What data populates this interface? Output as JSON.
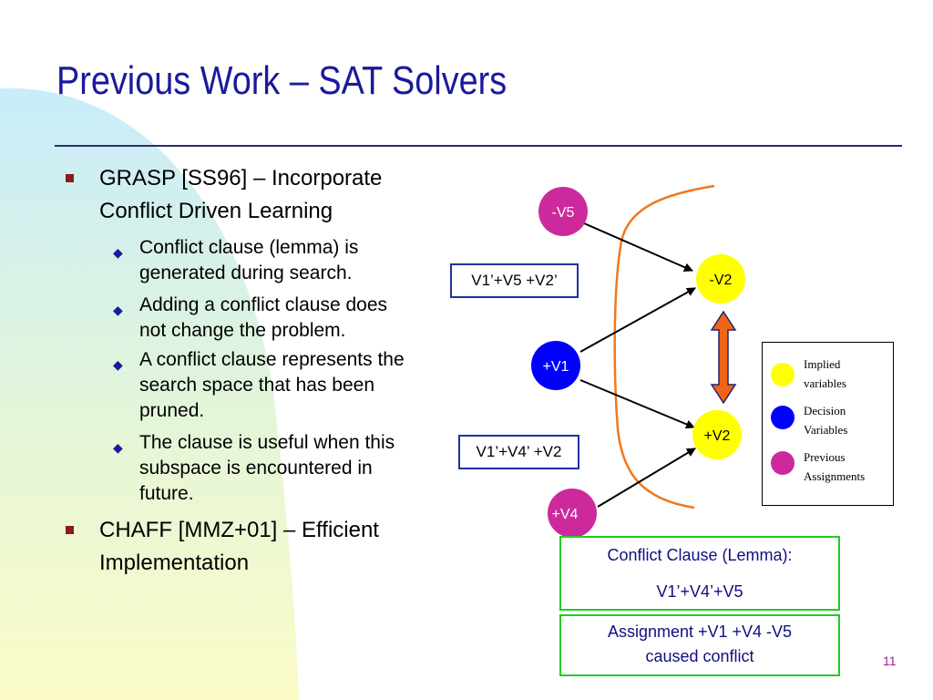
{
  "title": "Previous Work – SAT Solvers",
  "bullets": [
    {
      "lines": [
        "GRASP [SS96] – Incorporate",
        "Conflict Driven Learning"
      ],
      "sub": [
        {
          "lines": [
            "Conflict clause (lemma) is",
            "generated during search."
          ]
        },
        {
          "lines": [
            "Adding a conflict clause does",
            "not change the problem."
          ]
        },
        {
          "lines": [
            "A conflict clause represents the",
            "search space that has been",
            "pruned."
          ]
        },
        {
          "lines": [
            "The clause is useful when this",
            "subspace is encountered in",
            "future."
          ]
        }
      ]
    },
    {
      "lines": [
        "CHAFF [MMZ+01] – Efficient",
        "Implementation"
      ],
      "sub": []
    }
  ],
  "diagram": {
    "nodes": {
      "v5_neg": {
        "label": "-V5",
        "type": "previous"
      },
      "v2_neg": {
        "label": "-V2",
        "type": "implied"
      },
      "v1_pos": {
        "label": "+V1",
        "type": "decision"
      },
      "v2_pos": {
        "label": "+V2",
        "type": "implied"
      },
      "v4_pos": {
        "label": "+V4",
        "type": "previous"
      }
    },
    "clause_boxes": {
      "top": "V1’+V5 +V2’",
      "bottom": "V1’+V4’ +V2"
    }
  },
  "legend": [
    {
      "lines": [
        "Implied",
        "variables"
      ],
      "type": "implied"
    },
    {
      "lines": [
        "Decision",
        "Variables"
      ],
      "type": "decision"
    },
    {
      "lines": [
        "Previous",
        "Assignments"
      ],
      "type": "previous"
    }
  ],
  "conflict_box": {
    "lines": [
      "Conflict Clause (Lemma):",
      "V1’+V4’+V5"
    ]
  },
  "assignment_box": {
    "lines": [
      "Assignment +V1 +V4 -V5",
      "caused conflict"
    ]
  },
  "page_number": "11",
  "colors": {
    "title": "#1a1a9c",
    "implied": "#ffff00",
    "decision": "#0000ff",
    "previous": "#cc2a9c",
    "cut_line": "#f07820",
    "double_arrow": "#f06418",
    "clause_border": "#2030a0",
    "box_border": "#22cc22"
  }
}
